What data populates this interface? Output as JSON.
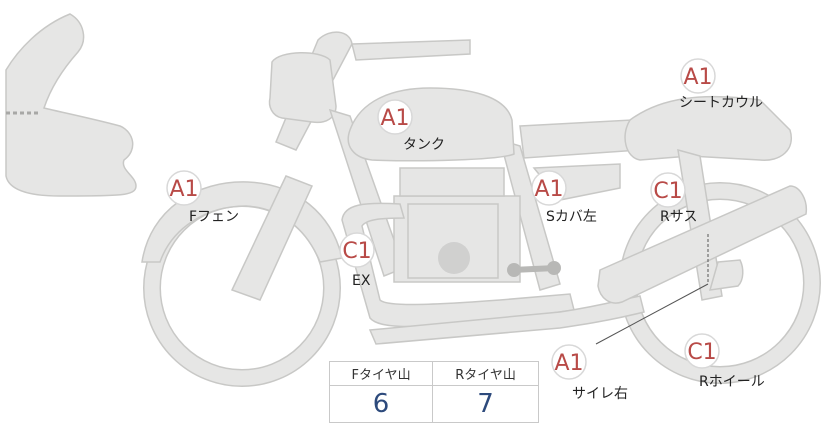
{
  "parts": [
    {
      "id": "seat-cowl",
      "grade": "A1",
      "label": "シートカウル"
    },
    {
      "id": "tank",
      "grade": "A1",
      "label": "タンク"
    },
    {
      "id": "front-fender",
      "grade": "A1",
      "label": "Fフェン"
    },
    {
      "id": "side-cover-left",
      "grade": "A1",
      "label": "Sカバ左"
    },
    {
      "id": "rear-suspension",
      "grade": "C1",
      "label": "Rサス"
    },
    {
      "id": "exhaust",
      "grade": "C1",
      "label": "EX"
    },
    {
      "id": "muffler-right",
      "grade": "A1",
      "label": "サイレ右"
    },
    {
      "id": "rear-wheel",
      "grade": "C1",
      "label": "Rホイール"
    }
  ],
  "tread_table": {
    "headers": [
      "Fタイヤ山",
      "Rタイヤ山"
    ],
    "values": [
      "6",
      "7"
    ]
  },
  "colors": {
    "grade_text": "#b84a47",
    "tread_values": "#2d4a7c",
    "bike_fill": "#e6e6e5"
  }
}
